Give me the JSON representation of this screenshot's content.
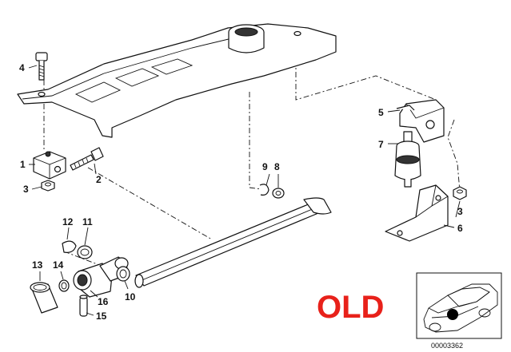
{
  "labels": {
    "p1": "1",
    "p2": "2",
    "p3a": "3",
    "p3b": "3",
    "p4": "4",
    "p5": "5",
    "p6": "6",
    "p7": "7",
    "p8": "8",
    "p9": "9",
    "p10": "10",
    "p11": "11",
    "p12": "12",
    "p13": "13",
    "p14": "14",
    "p15": "15",
    "p16": "16"
  },
  "stamp": "OLD",
  "reference_number": "00003362",
  "colors": {
    "stamp": "#e8211a",
    "line": "#111111",
    "background": "#ffffff"
  }
}
